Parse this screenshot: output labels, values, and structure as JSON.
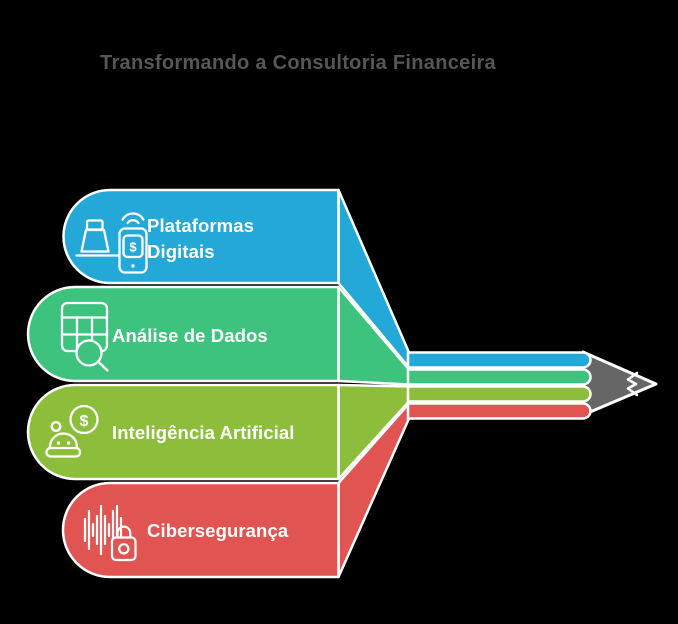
{
  "title": "Transformando a Consultoria Financeira",
  "colors": {
    "background": "#000000",
    "title_text": "#55575B",
    "outline": "#FFFFFF",
    "pencil": "#666667",
    "label_text": "#FFFFFF"
  },
  "items": [
    {
      "label": "Plataformas Digitais",
      "icon": "mobile-payment-icon",
      "color": "#24A8D8"
    },
    {
      "label": "Análise de Dados",
      "icon": "table-search-icon",
      "color": "#3EC37F"
    },
    {
      "label": "Inteligência Artificial",
      "icon": "robot-dollar-icon",
      "color": "#8DBE3B"
    },
    {
      "label": "Cibersegurança",
      "icon": "soundwave-lock-icon",
      "color": "#E05552"
    }
  ],
  "glyphs": {
    "dollar": "$"
  }
}
